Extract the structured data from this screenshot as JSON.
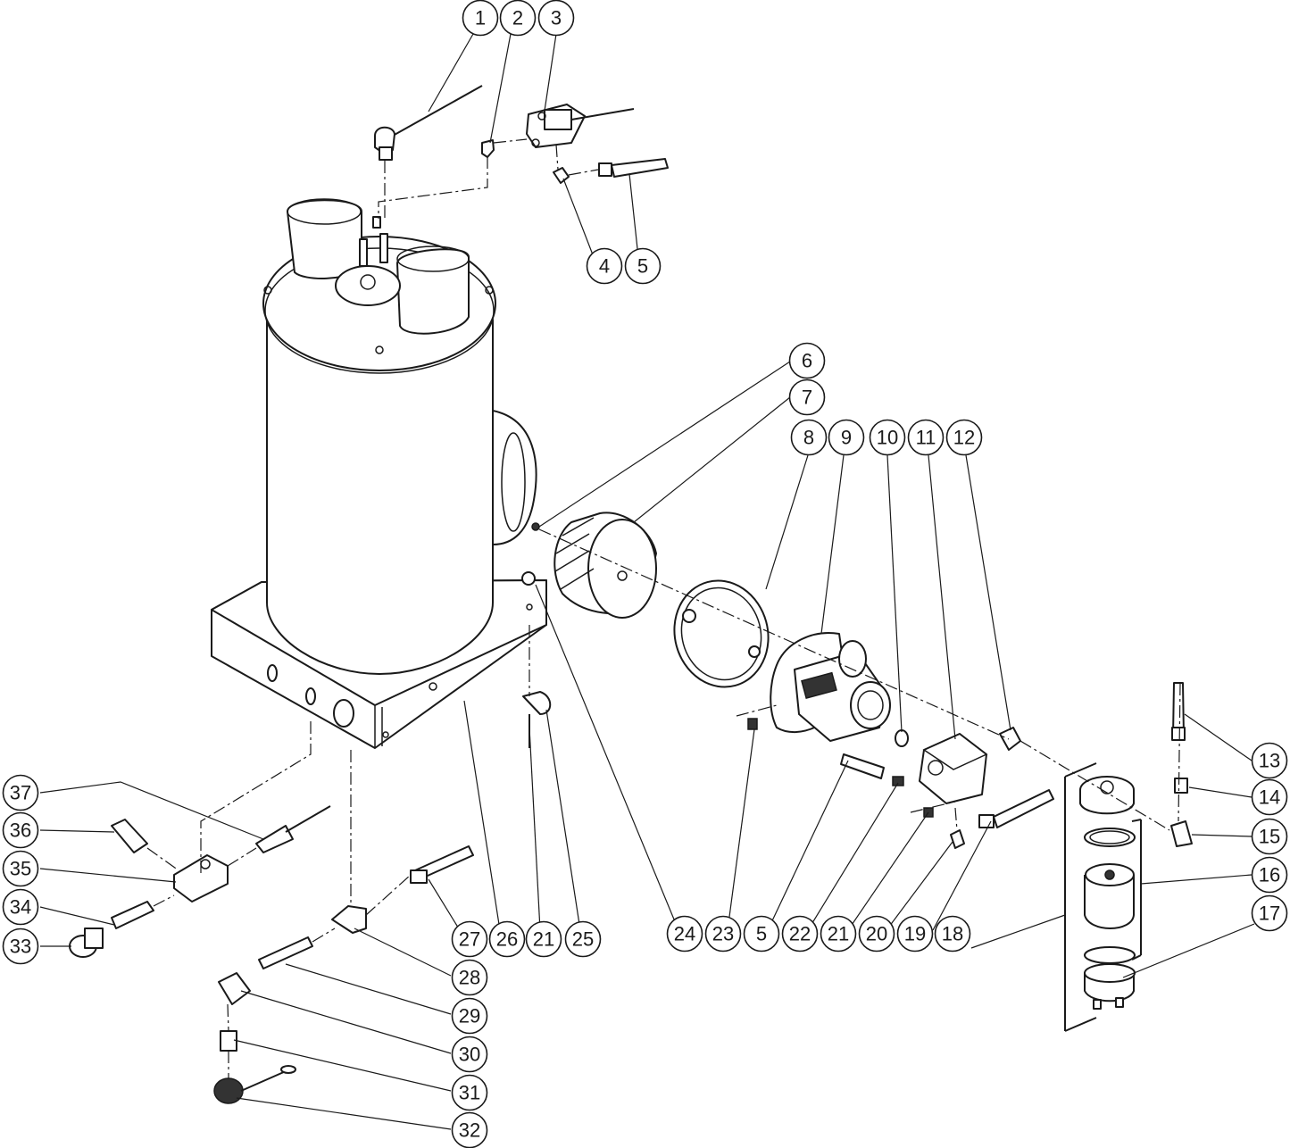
{
  "diagram": {
    "type": "exploded-parts",
    "colors": {
      "line": "#1a1a1a",
      "background": "#ffffff",
      "shade": "#d9d9d9"
    },
    "callouts": [
      {
        "id": "c1",
        "label": "1"
      },
      {
        "id": "c2",
        "label": "2"
      },
      {
        "id": "c3",
        "label": "3"
      },
      {
        "id": "c4",
        "label": "4"
      },
      {
        "id": "c5a",
        "label": "5"
      },
      {
        "id": "c6",
        "label": "6"
      },
      {
        "id": "c7",
        "label": "7"
      },
      {
        "id": "c8",
        "label": "8"
      },
      {
        "id": "c9",
        "label": "9"
      },
      {
        "id": "c10",
        "label": "10"
      },
      {
        "id": "c11",
        "label": "11"
      },
      {
        "id": "c12",
        "label": "12"
      },
      {
        "id": "c13",
        "label": "13"
      },
      {
        "id": "c14",
        "label": "14"
      },
      {
        "id": "c15",
        "label": "15"
      },
      {
        "id": "c16",
        "label": "16"
      },
      {
        "id": "c17",
        "label": "17"
      },
      {
        "id": "c18",
        "label": "18"
      },
      {
        "id": "c19",
        "label": "19"
      },
      {
        "id": "c20",
        "label": "20"
      },
      {
        "id": "c21a",
        "label": "21"
      },
      {
        "id": "c22",
        "label": "22"
      },
      {
        "id": "c5b",
        "label": "5"
      },
      {
        "id": "c23",
        "label": "23"
      },
      {
        "id": "c24",
        "label": "24"
      },
      {
        "id": "c25",
        "label": "25"
      },
      {
        "id": "c21b",
        "label": "21"
      },
      {
        "id": "c26",
        "label": "26"
      },
      {
        "id": "c27",
        "label": "27"
      },
      {
        "id": "c28",
        "label": "28"
      },
      {
        "id": "c29",
        "label": "29"
      },
      {
        "id": "c30",
        "label": "30"
      },
      {
        "id": "c31",
        "label": "31"
      },
      {
        "id": "c32",
        "label": "32"
      },
      {
        "id": "c33",
        "label": "33"
      },
      {
        "id": "c34",
        "label": "34"
      },
      {
        "id": "c35",
        "label": "35"
      },
      {
        "id": "c36",
        "label": "36"
      },
      {
        "id": "c37",
        "label": "37"
      }
    ]
  }
}
